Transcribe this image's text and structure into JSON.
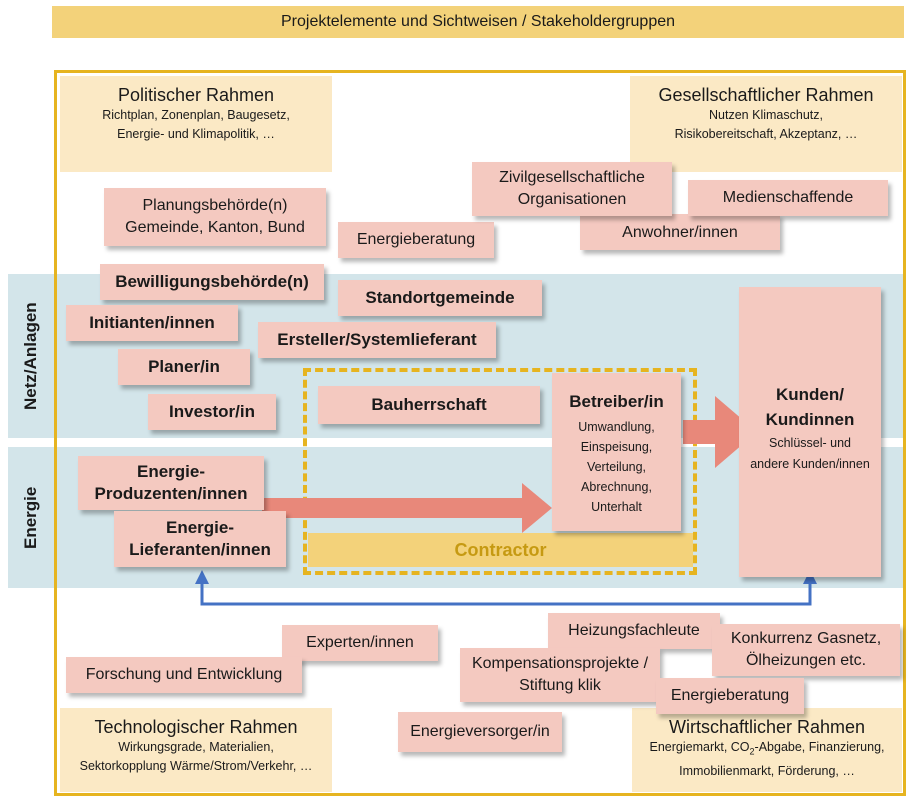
{
  "title": "Projektelemente und Sichtweisen / Stakeholdergruppen",
  "bands": {
    "network": "Netz/Anlagen",
    "energy": "Energie"
  },
  "frames": {
    "political": {
      "title": "Politischer Rahmen",
      "line1": "Richtplan, Zonenplan, Baugesetz,",
      "line2": "Energie- und Klimapolitik, …"
    },
    "social": {
      "title": "Gesellschaftlicher Rahmen",
      "line1": "Nutzen Klimaschutz,",
      "line2": "Risikobereitschaft, Akzeptanz, …"
    },
    "technological": {
      "title": "Technologischer Rahmen",
      "line1": "Wirkungsgrade, Materialien,",
      "line2": "Sektorkopplung Wärme/Strom/Verkehr, …"
    },
    "economic": {
      "title": "Wirtschaftlicher Rahmen",
      "line1a": "Energiemarkt, CO",
      "line1sub": "2",
      "line1b": "-Abgabe, Finanzierung,",
      "line2": "Immobilienmarkt, Förderung, …"
    }
  },
  "stakeholders": {
    "planning_authority": {
      "line1": "Planungsbehörde(n)",
      "line2": "Gemeinde, Kanton, Bund"
    },
    "energy_consulting_top": "Energieberatung",
    "civil_society": {
      "line1": "Zivilgesellschaftliche",
      "line2": "Organisationen"
    },
    "media": "Medienschaffende",
    "residents": "Anwohner/innen",
    "permit_authority": "Bewilligungsbehörde(n)",
    "site_municipality": "Standortgemeinde",
    "initiators": "Initianten/innen",
    "builder_supplier": "Ersteller/Systemlieferant",
    "planner": "Planer/in",
    "investor": "Investor/in",
    "client": "Bauherrschaft",
    "producers": {
      "line1": "Energie-",
      "line2": "Produzenten/innen"
    },
    "suppliers": {
      "line1": "Energie-",
      "line2": "Lieferanten/innen"
    },
    "contractor": "Contractor",
    "operator": {
      "title": "Betreiber/in",
      "tasks": [
        "Umwandlung,",
        "Einspeisung,",
        "Verteilung,",
        "Abrechnung,",
        "Unterhalt"
      ]
    },
    "customers": {
      "line1": "Kunden/",
      "line2": "Kundinnen",
      "desc1": "Schlüssel- und",
      "desc2": "andere Kunden/innen"
    },
    "experts": "Experten/innen",
    "research": "Forschung und Entwicklung",
    "heating_experts": "Heizungsfachleute",
    "compensation": {
      "line1": "Kompensationsprojekte /",
      "line2": "Stiftung klik"
    },
    "competition": {
      "line1": "Konkurrenz Gasnetz,",
      "line2": "Ölheizungen etc."
    },
    "energy_consulting_bottom": "Energieberatung",
    "energy_utility": "Energieversorger/in"
  },
  "colors": {
    "frame": "#e6b420",
    "band": "#d3e5ea",
    "stakeholder": "#f4c9c0",
    "context": "#fbe9c5",
    "arrow": "#e8887a",
    "link": "#4472c4"
  }
}
